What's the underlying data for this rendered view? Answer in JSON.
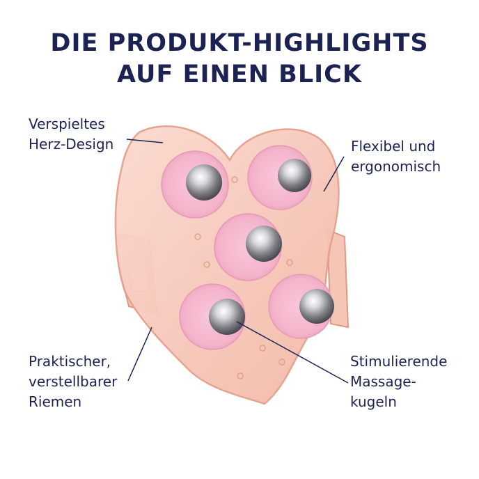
{
  "header": {
    "title_line1": "DIE PRODUKT-HIGHLIGHTS",
    "title_line2": "AUF EINEN BLICK"
  },
  "callouts": [
    {
      "id": "heart-design",
      "text": "Verspieltes\nHerz-Design"
    },
    {
      "id": "flexible",
      "text": "Flexibel und\nergonomisch"
    },
    {
      "id": "strap",
      "text": "Praktischer,\nverstellbarer\nRiemen"
    },
    {
      "id": "balls",
      "text": "Stimulierende\nMassage-\nkugeln"
    }
  ],
  "product": {
    "description": "Heart-shaped massage roller with 5 metal massage balls and adjustable strap",
    "ball_count": 5
  },
  "colors": {
    "text": "#1c2353",
    "heart_body": "#f6c7b8",
    "heart_edge": "#e3a08c",
    "ball_ring": "#f5b6cc",
    "ball_metal": "#a8a8ac"
  }
}
